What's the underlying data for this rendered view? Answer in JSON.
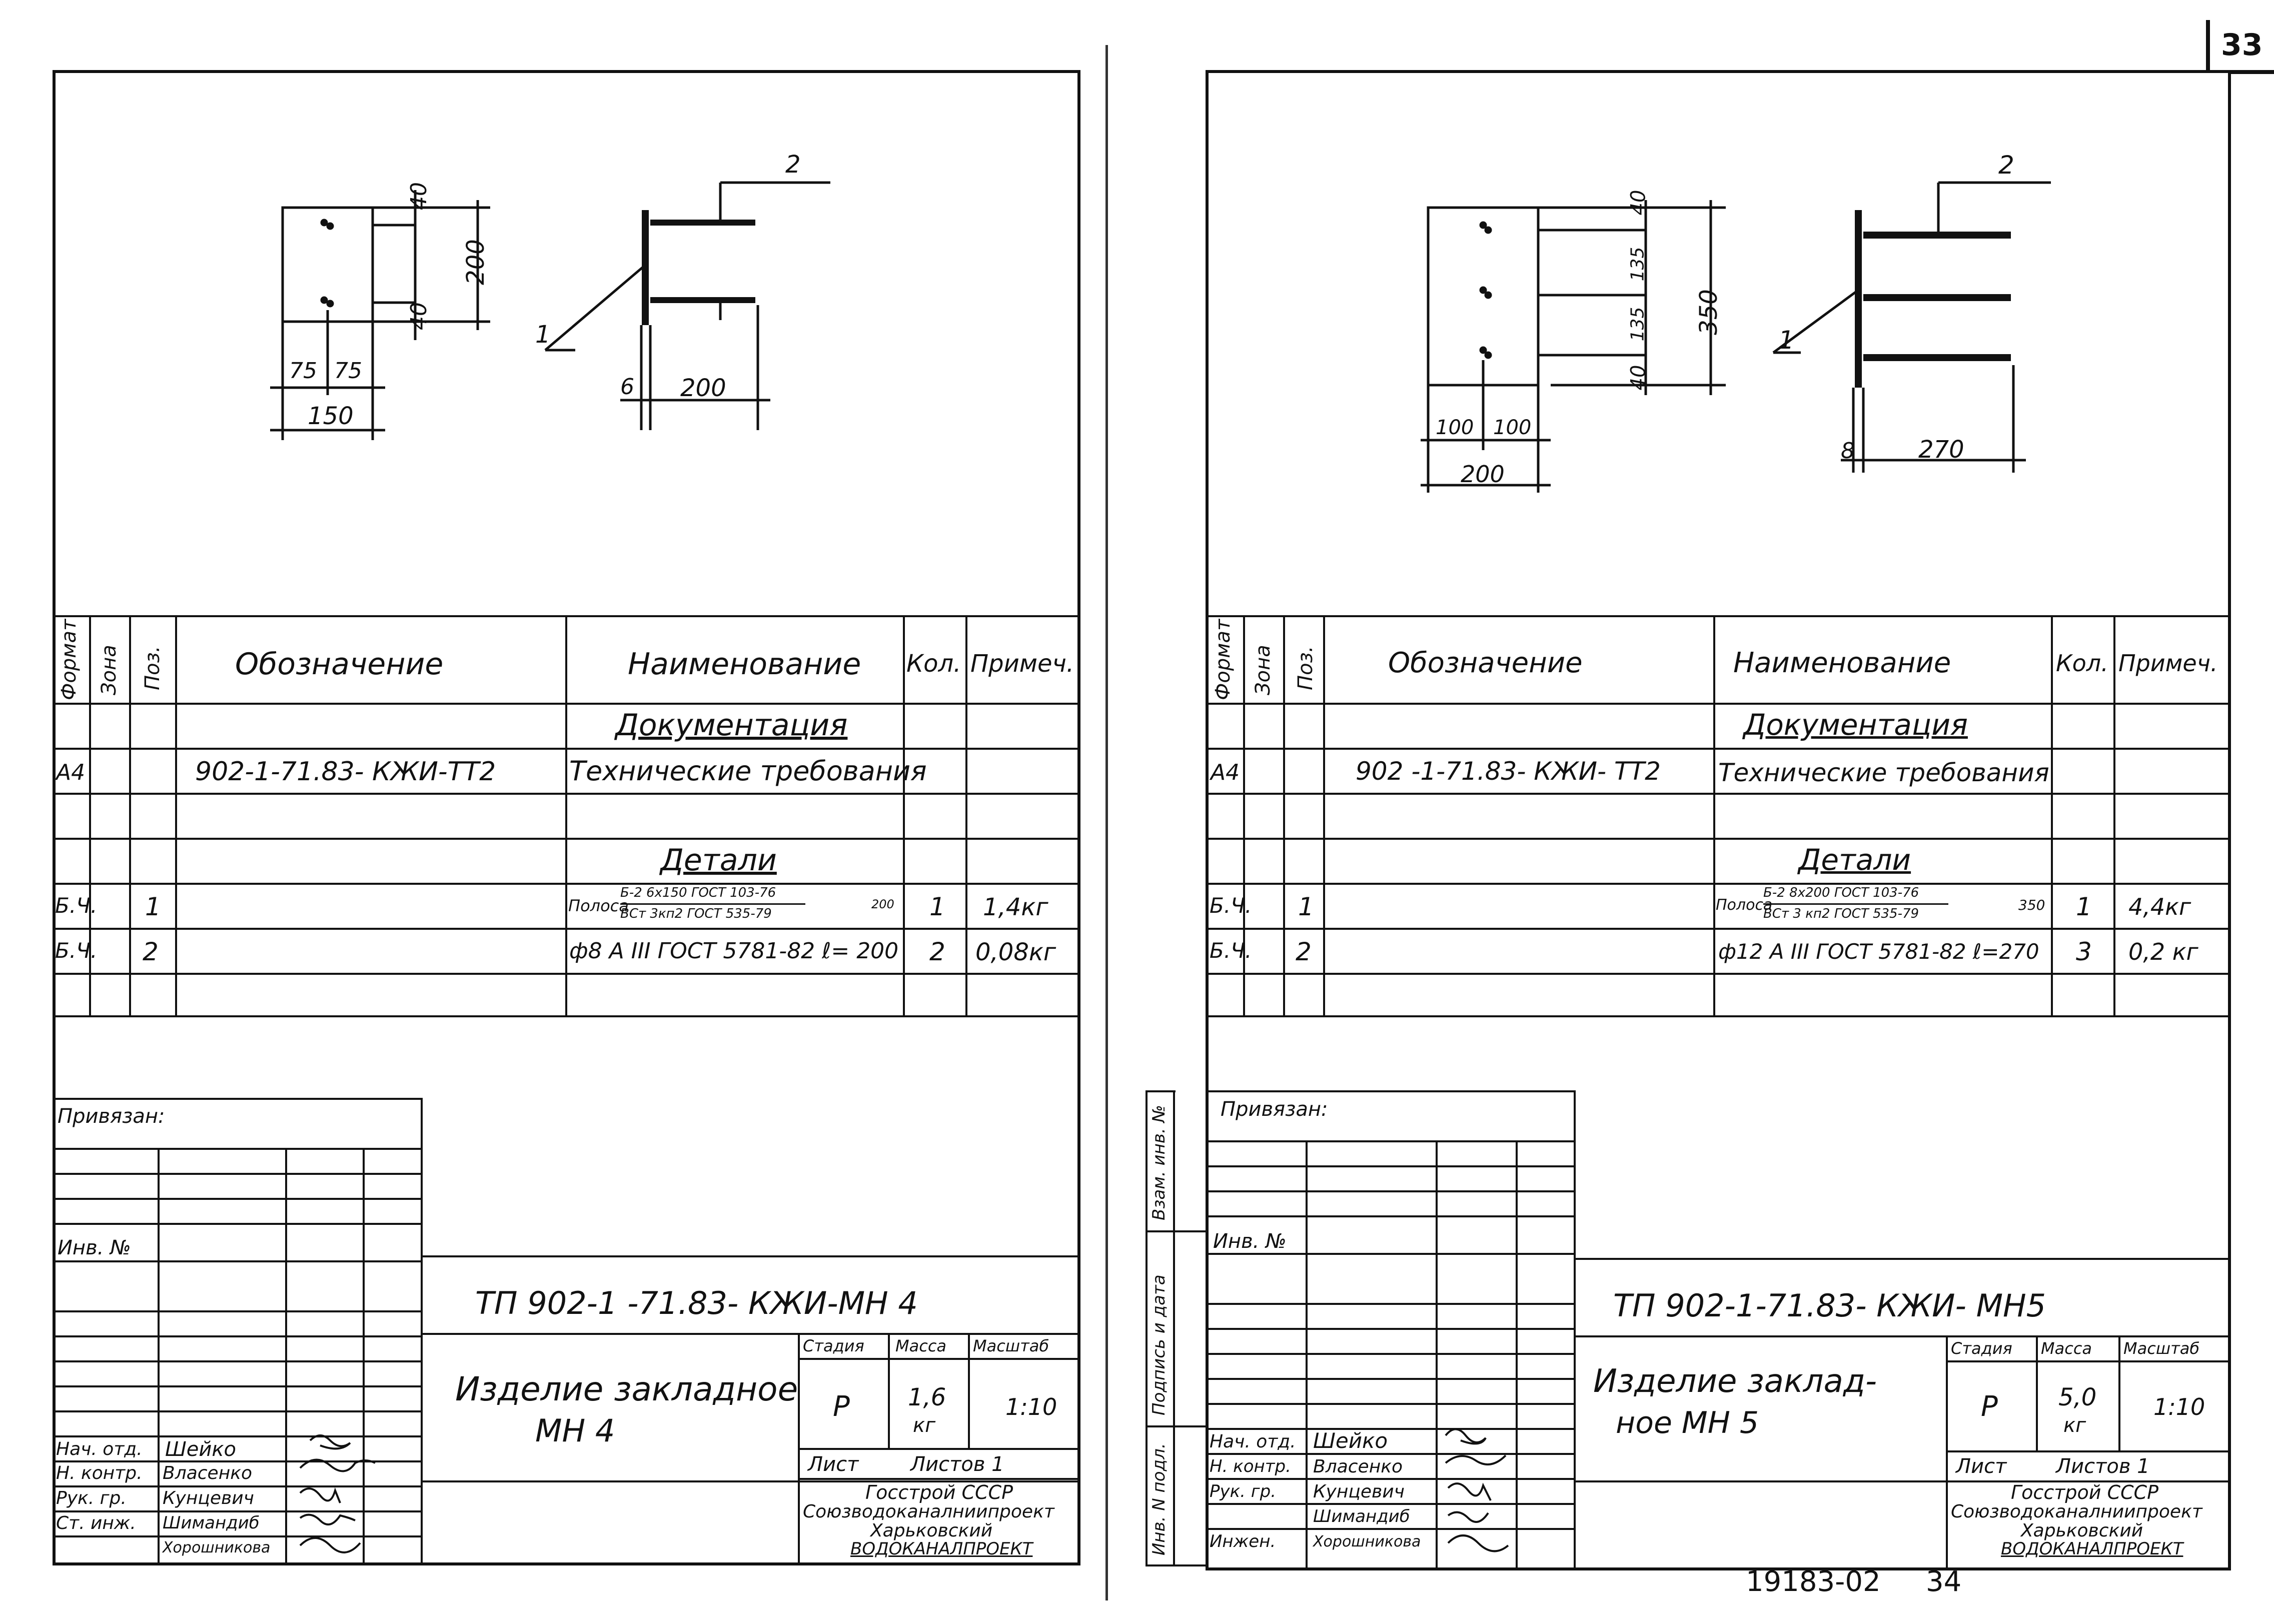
{
  "page_number": "33",
  "footer": {
    "doc_code": "19183-02",
    "page": "34"
  },
  "sheets": [
    {
      "id": "mh4",
      "drawing": {
        "plan_dims": {
          "top": "40",
          "bottom": "40",
          "height": "200",
          "left": "75",
          "right": "75",
          "width": "150"
        },
        "side_dims": {
          "thickness": "6",
          "length": "200"
        },
        "callouts": {
          "plate": "1",
          "bar": "2"
        }
      },
      "spec_table": {
        "headers": {
          "format": "Формат",
          "zone": "Зона",
          "pos": "Поз.",
          "designation": "Обозначение",
          "name": "Наименование",
          "qty": "Кол.",
          "note": "Примеч."
        },
        "section_documentation": "Документация",
        "doc_row": {
          "format": "А4",
          "designation": "902-1-71.83- КЖИ-ТТ2",
          "name": "Технические требования"
        },
        "section_details": "Детали",
        "rows": [
          {
            "format": "Б.Ч.",
            "pos": "1",
            "name_prefix": "Полоса",
            "name_top": "Б-2 6х150 ГОСТ 103-76",
            "name_bottom": "ВСт 3кп2 ГОСТ 535-79",
            "length": "200",
            "qty": "1",
            "note": "1,4кг"
          },
          {
            "format": "Б.Ч.",
            "pos": "2",
            "name": "ф8 А III ГОСТ 5781-82 ℓ= 200",
            "qty": "2",
            "note": "0,08кг"
          }
        ]
      },
      "title_block": {
        "privyazan": "Привязан:",
        "inv_no": "Инв. №",
        "code": "ТП 902-1 -71.83- КЖИ-МН 4",
        "title_line1": "Изделие закладное",
        "title_line2": "МН 4",
        "stage_label": "Стадия",
        "mass_label": "Масса",
        "scale_label": "Масштаб",
        "stage": "Р",
        "mass": "1,6",
        "mass_unit": "кг",
        "scale": "1:10",
        "sheet_label": "Лист",
        "sheets_label": "Листов 1",
        "org_line1": "Госстрой СССР",
        "org_line2": "Союзводоканалниипроект",
        "org_line3": "Харьковский",
        "org_line4": "ВОДОКАНАЛПРОЕКТ",
        "signers": [
          {
            "role": "Нач. отд.",
            "name": "Шейко"
          },
          {
            "role": "Н. контр.",
            "name": "Власенко"
          },
          {
            "role": "Рук. гр.",
            "name": "Кунцевич"
          },
          {
            "role": "Ст. инж.",
            "name": "Шимандиб"
          },
          {
            "role": "",
            "name": "Хорошникова"
          }
        ]
      }
    },
    {
      "id": "mh5",
      "drawing": {
        "plan_dims": {
          "top": "40",
          "mid1": "135",
          "mid2": "135",
          "bottom": "40",
          "height": "350",
          "left": "100",
          "right": "100",
          "width": "200"
        },
        "side_dims": {
          "thickness": "8",
          "length": "270"
        },
        "callouts": {
          "plate": "1",
          "bar": "2"
        }
      },
      "spec_table": {
        "headers": {
          "format": "Формат",
          "zone": "Зона",
          "pos": "Поз.",
          "designation": "Обозначение",
          "name": "Наименование",
          "qty": "Кол.",
          "note": "Примеч."
        },
        "section_documentation": "Документация",
        "doc_row": {
          "format": "А4",
          "designation": "902 -1-71.83- КЖИ- ТТ2",
          "name": "Технические требования"
        },
        "section_details": "Детали",
        "rows": [
          {
            "format": "Б.Ч.",
            "pos": "1",
            "name_prefix": "Полоса",
            "name_top": "Б-2 8х200 ГОСТ 103-76",
            "name_bottom": "ВСт 3 кп2 ГОСТ 535-79",
            "length": "350",
            "qty": "1",
            "note": "4,4кг"
          },
          {
            "format": "Б.Ч.",
            "pos": "2",
            "name": "ф12 А III ГОСТ 5781-82  ℓ=270",
            "qty": "3",
            "note": "0,2 кг"
          }
        ]
      },
      "title_block": {
        "privyazan": "Привязан:",
        "inv_no": "Инв. №",
        "side_labels": {
          "a": "Взам. инв. №",
          "b": "Подпись и дата",
          "c": "Инв. N подл."
        },
        "code": "ТП 902-1-71.83- КЖИ- МН5",
        "title_line1": "Изделие заклад-",
        "title_line2": "ное МН 5",
        "stage_label": "Стадия",
        "mass_label": "Масса",
        "scale_label": "Масштаб",
        "stage": "Р",
        "mass": "5,0",
        "mass_unit": "кг",
        "scale": "1:10",
        "sheet_label": "Лист",
        "sheets_label": "Листов 1",
        "org_line1": "Госстрой СССР",
        "org_line2": "Союзводоканалниипроект",
        "org_line3": "Харьковский",
        "org_line4": "ВОДОКАНАЛПРОЕКТ",
        "signers": [
          {
            "role": "Нач. отд.",
            "name": "Шейко"
          },
          {
            "role": "Н. контр.",
            "name": "Власенко"
          },
          {
            "role": "Рук. гр.",
            "name": "Кунцевич"
          },
          {
            "role": "",
            "name": "Шимандиб"
          },
          {
            "role": "Инжен.",
            "name": "Хорошникова"
          }
        ]
      }
    }
  ]
}
